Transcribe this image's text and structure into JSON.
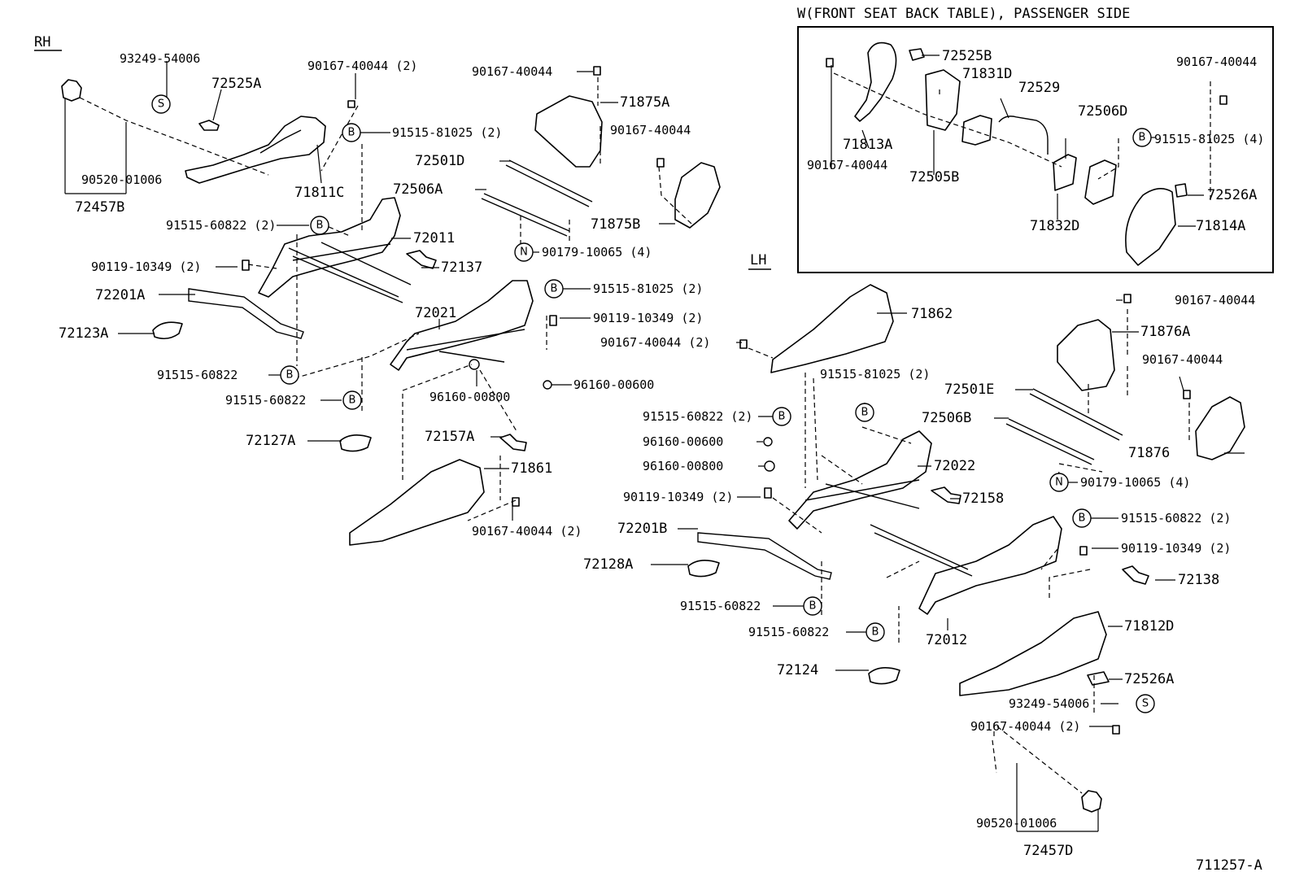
{
  "side_labels": {
    "rh": "RH",
    "lh": "LH"
  },
  "inset_title": "W(FRONT SEAT BACK TABLE), PASSENGER SIDE",
  "footer_code": "711257-A",
  "symbols": {
    "b": "B",
    "s": "S",
    "n": "N"
  },
  "rh": {
    "p93249_54006": "93249-54006",
    "p72525A": "72525A",
    "p90167_40044_2": "90167-40044 (2)",
    "p91515_81025_2": "91515-81025 (2)",
    "p90520_01006": "90520-01006",
    "p72457B": "72457B",
    "p71811C": "71811C",
    "p91515_60822_2": "91515-60822 (2)",
    "p72011": "72011",
    "p90119_10349_2": "90119-10349 (2)",
    "p72137": "72137",
    "p72201A": "72201A",
    "p72123A": "72123A",
    "p91515_60822": "91515-60822",
    "p91515_60822b": "91515-60822",
    "p72127A": "72127A",
    "p90167_40044_top": "90167-40044",
    "p71875A": "71875A",
    "p90167_40044_mid": "90167-40044",
    "p72501D": "72501D",
    "p72506A": "72506A",
    "p71875B": "71875B",
    "p90179_10065_4": "90179-10065 (4)",
    "p72021": "72021",
    "p91515_81025_2b": "91515-81025 (2)",
    "p90119_10349_2b": "90119-10349 (2)",
    "p96160_00600": "96160-00600",
    "p96160_00800": "96160-00800",
    "p72157A": "72157A",
    "p71861": "71861",
    "p90167_40044_2b": "90167-40044 (2)"
  },
  "inset": {
    "p72525B": "72525B",
    "p71831D": "71831D",
    "p72529": "72529",
    "p90167_40044": "90167-40044",
    "p71813A": "71813A",
    "p90167_40044b": "90167-40044",
    "p72505B": "72505B",
    "p72506D": "72506D",
    "p91515_81025_4": "91515-81025 (4)",
    "p72526A": "72526A",
    "p71832D": "71832D",
    "p71814A": "71814A"
  },
  "lh": {
    "p71862": "71862",
    "p90167_40044_2": "90167-40044 (2)",
    "p90167_40044_a": "90167-40044",
    "p71876A": "71876A",
    "p90167_40044_b": "90167-40044",
    "p91515_81025_2": "91515-81025 (2)",
    "p72501E": "72501E",
    "p91515_60822_2": "91515-60822 (2)",
    "p72506B": "72506B",
    "p96160_00600": "96160-00600",
    "p96160_00800": "96160-00800",
    "p72022": "72022",
    "p71876": "71876",
    "p90119_10349_2": "90119-10349 (2)",
    "p72158": "72158",
    "p90179_10065_4": "90179-10065 (4)",
    "p72201B": "72201B",
    "p91515_60822_2b": "91515-60822 (2)",
    "p90119_10349_2b": "90119-10349 (2)",
    "p72128A": "72128A",
    "p72138": "72138",
    "p91515_60822": "91515-60822",
    "p91515_60822b": "91515-60822",
    "p72012": "72012",
    "p71812D": "71812D",
    "p72124": "72124",
    "p72526A": "72526A",
    "p93249_54006": "93249-54006",
    "p90167_40044_2b": "90167-40044 (2)",
    "p90520_01006": "90520-01006",
    "p72457D": "72457D"
  }
}
